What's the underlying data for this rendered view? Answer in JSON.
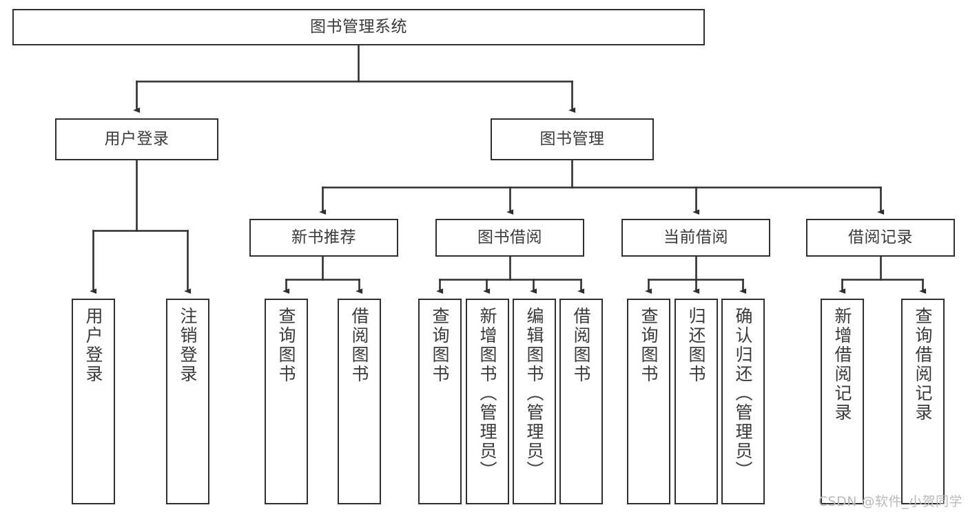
{
  "diagram": {
    "title": "图书管理系统",
    "watermark": "CSDN @软件_小贺同学",
    "line_color": "#2f2f2f",
    "text_color": "#3a3a3a",
    "background_color": "#ffffff",
    "root": {
      "label": "图书管理系统"
    },
    "level2": [
      {
        "id": "user-login",
        "label": "用户登录"
      },
      {
        "id": "book-manage",
        "label": "图书管理"
      }
    ],
    "level3": [
      {
        "id": "new-book-recommend",
        "label": "新书推荐"
      },
      {
        "id": "book-borrow",
        "label": "图书借阅"
      },
      {
        "id": "current-borrow",
        "label": "当前借阅"
      },
      {
        "id": "borrow-record",
        "label": "借阅记录"
      }
    ],
    "leaves": {
      "user_login": [
        {
          "id": "leaf-user-login",
          "label": "用户登录"
        },
        {
          "id": "leaf-logout-login",
          "label": "注销登录"
        }
      ],
      "new_book_recommend": [
        {
          "id": "leaf-query-book-1",
          "label": "查询图书"
        },
        {
          "id": "leaf-borrow-book-1",
          "label": "借阅图书"
        }
      ],
      "book_borrow": [
        {
          "id": "leaf-query-book-2",
          "label": "查询图书"
        },
        {
          "id": "leaf-add-book",
          "label": "新增图书（管理员）"
        },
        {
          "id": "leaf-edit-book",
          "label": "编辑图书（管理员）"
        },
        {
          "id": "leaf-borrow-book-2",
          "label": "借阅图书"
        }
      ],
      "current_borrow": [
        {
          "id": "leaf-query-book-3",
          "label": "查询图书"
        },
        {
          "id": "leaf-return-book",
          "label": "归还图书"
        },
        {
          "id": "leaf-confirm-return",
          "label": "确认归还（管理员）"
        }
      ],
      "borrow_record": [
        {
          "id": "leaf-add-record",
          "label": "新增借阅记录"
        },
        {
          "id": "leaf-query-record",
          "label": "查询借阅记录"
        }
      ]
    }
  }
}
